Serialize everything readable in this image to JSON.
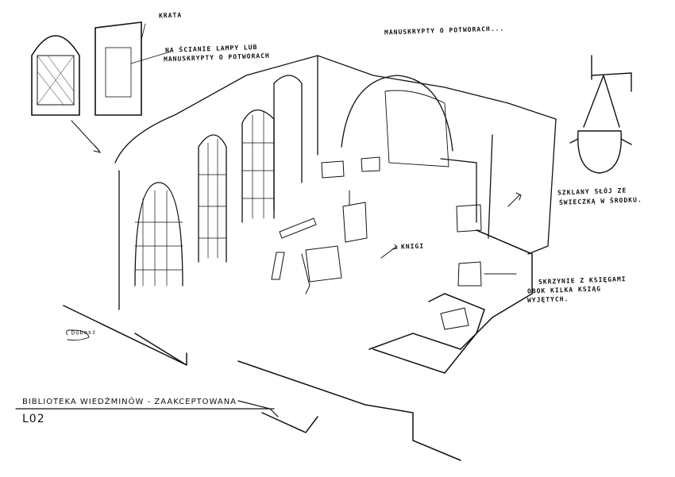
{
  "annotations": {
    "grate": "KRATA",
    "wall_lamps": "NA ŚCIANIE LAMPY LUB",
    "wall_lamps_2": "MANUSKRYPTY O POTWORACH",
    "manuscripts": "MANUSKRYPTY O POTWORACH...",
    "books": "KNIGI",
    "jar": "SZKLANY SŁÓJ ZE",
    "jar_2": "ŚWIECZKĄ W ŚRODKU.",
    "chests": "SKRZYNIE Z KSIĘGAMI",
    "chests_2": "OBOK KILKA KSIĄG",
    "chests_3": "WYJĘTYCH."
  },
  "signature": "Dobosz",
  "title_block": {
    "title": "BIBLIOTEKA WIEDŹMINÓW - ZAAKCEPTOWANA",
    "code": "L02"
  },
  "colors": {
    "ink": "#111111",
    "paper": "#ffffff"
  }
}
